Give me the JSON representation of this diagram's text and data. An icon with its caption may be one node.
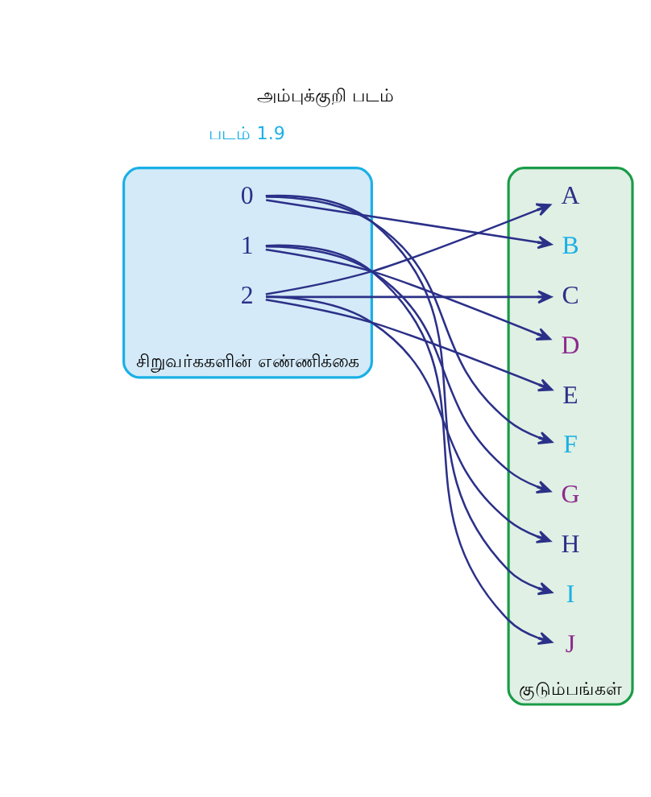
{
  "diagram": {
    "title": "அம்புக்குறி படம்",
    "caption": "படம் 1.9",
    "nodes": [
      {
        "text": [
          "சிறுவர்ககளின் எண்ணிக்கை"
        ]
      },
      {
        "text": [
          "குடும்பங்கள்"
        ]
      },
      {
        "text": [
          "0"
        ],
        "in": 0
      },
      {
        "text": [
          "1"
        ],
        "in": 0
      },
      {
        "text": [
          "2"
        ],
        "in": 0
      },
      {
        "text": [
          "A"
        ],
        "in": 1
      },
      {
        "text": [
          "B"
        ],
        "in": 1
      },
      {
        "text": [
          "C"
        ],
        "in": 1
      },
      {
        "text": [
          "D"
        ],
        "in": 1
      },
      {
        "text": [
          "E"
        ],
        "in": 1
      },
      {
        "text": [
          "F"
        ],
        "in": 1
      },
      {
        "text": [
          "G"
        ],
        "in": 1
      },
      {
        "text": [
          "H"
        ],
        "in": 1
      },
      {
        "text": [
          "I"
        ],
        "in": 1
      },
      {
        "text": [
          "J"
        ],
        "in": 1
      }
    ],
    "edges": [
      {
        "from": 2,
        "to": 6,
        "arrow": "to"
      },
      {
        "from": 2,
        "to": 10,
        "arrow": "to"
      },
      {
        "from": 2,
        "to": 13,
        "arrow": "to"
      },
      {
        "from": 3,
        "to": 8,
        "arrow": "to"
      },
      {
        "from": 3,
        "to": 11,
        "arrow": "to"
      },
      {
        "from": 3,
        "to": 14,
        "arrow": "to"
      },
      {
        "from": 4,
        "to": 5,
        "arrow": "to"
      },
      {
        "from": 4,
        "to": 7,
        "arrow": "to"
      },
      {
        "from": 4,
        "to": 9,
        "arrow": "to"
      },
      {
        "from": 4,
        "to": 12,
        "arrow": "to"
      }
    ]
  }
}
